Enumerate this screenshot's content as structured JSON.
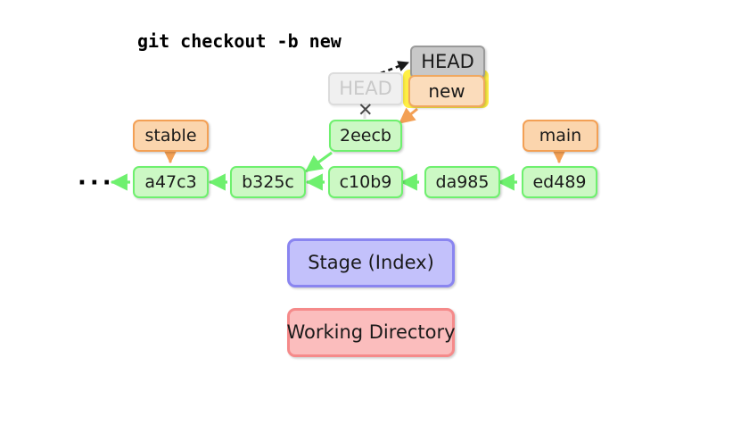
{
  "title": "git checkout -b new",
  "ellipsis": "···",
  "x_mark": "✕",
  "colors": {
    "commit_fill": "#ccf8c4",
    "commit_border": "#6ef06e",
    "branch_fill": "#fbd5ad",
    "branch_border": "#f3a055",
    "head_fill": "#c8c8c8",
    "head_border": "#9a9a9a",
    "head_faded_fill": "#f0f0f0",
    "head_faded_text": "#c9c9c9",
    "new_fill": "#fbdcbb",
    "new_border": "#f0a860",
    "highlight": "#ffef45",
    "stage_fill": "#c3c1fb",
    "stage_border": "#8a85f0",
    "workdir_fill": "#fbbdbd",
    "workdir_border": "#f58a8a",
    "arrow_green": "#6ef06e",
    "arrow_orange": "#f3a055",
    "arrow_black": "#1a1a1a",
    "x_mark": "#4a4a4a",
    "background": "#ffffff"
  },
  "commits": [
    {
      "id": "a47c3",
      "label": "a47c3"
    },
    {
      "id": "b325c",
      "label": "b325c"
    },
    {
      "id": "c10b9",
      "label": "c10b9"
    },
    {
      "id": "da985",
      "label": "da985"
    },
    {
      "id": "ed489",
      "label": "ed489"
    },
    {
      "id": "2eecb",
      "label": "2eecb"
    }
  ],
  "branch_labels": [
    {
      "id": "stable",
      "label": "stable",
      "points_to": "a47c3"
    },
    {
      "id": "main",
      "label": "main",
      "points_to": "ed489"
    }
  ],
  "head": {
    "old_label": "HEAD",
    "new_label": "HEAD",
    "moved_to_branch": "new",
    "new_branch_label": "new",
    "points_to": "2eecb"
  },
  "areas": [
    {
      "id": "stage",
      "label": "Stage (Index)"
    },
    {
      "id": "workdir",
      "label": "Working Directory"
    }
  ]
}
